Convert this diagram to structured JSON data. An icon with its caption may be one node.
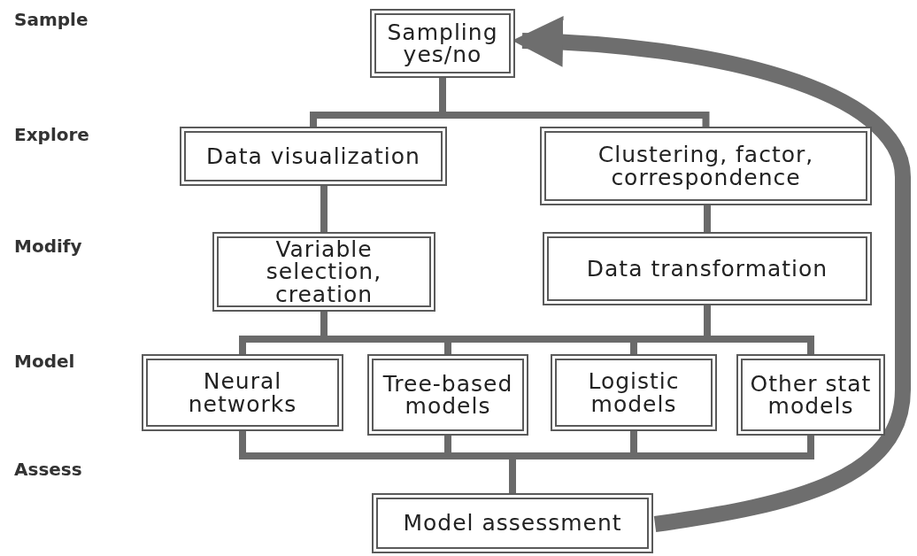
{
  "diagram": {
    "nodes": [
      {
        "text": [
          "Sampling yes/no"
        ]
      },
      {
        "text": [
          "Data visualization"
        ]
      },
      {
        "text": [
          "Clustering, factor, correspondence"
        ]
      },
      {
        "text": [
          "Variable selection, creation"
        ]
      },
      {
        "text": [
          "Data transformation"
        ]
      },
      {
        "text": [
          "Neural networks"
        ]
      },
      {
        "text": [
          "Tree-based models"
        ]
      },
      {
        "text": [
          "Logistic models"
        ]
      },
      {
        "text": [
          "Other stat models"
        ]
      },
      {
        "text": [
          "Model assessment"
        ]
      }
    ],
    "edges": [
      {
        "from": 0,
        "to": 1,
        "arrow": "none"
      },
      {
        "from": 0,
        "to": 2,
        "arrow": "none"
      },
      {
        "from": 1,
        "to": 3,
        "arrow": "none"
      },
      {
        "from": 2,
        "to": 4,
        "arrow": "none"
      },
      {
        "from": 3,
        "to": 5,
        "arrow": "none"
      },
      {
        "from": 3,
        "to": 6,
        "arrow": "none"
      },
      {
        "from": 3,
        "to": 7,
        "arrow": "none"
      },
      {
        "from": 3,
        "to": 8,
        "arrow": "none"
      },
      {
        "from": 4,
        "to": 5,
        "arrow": "none"
      },
      {
        "from": 4,
        "to": 6,
        "arrow": "none"
      },
      {
        "from": 4,
        "to": 7,
        "arrow": "none"
      },
      {
        "from": 4,
        "to": 8,
        "arrow": "none"
      },
      {
        "from": 5,
        "to": 9,
        "arrow": "none"
      },
      {
        "from": 6,
        "to": 9,
        "arrow": "none"
      },
      {
        "from": 7,
        "to": 9,
        "arrow": "none"
      },
      {
        "from": 8,
        "to": 9,
        "arrow": "none"
      },
      {
        "from": 9,
        "to": 0,
        "arrow": "to",
        "style": "thick",
        "color": "#6e6e6e"
      }
    ],
    "labels": [
      "Sample",
      "Explore",
      "Modify",
      "Model",
      "Assess"
    ]
  }
}
